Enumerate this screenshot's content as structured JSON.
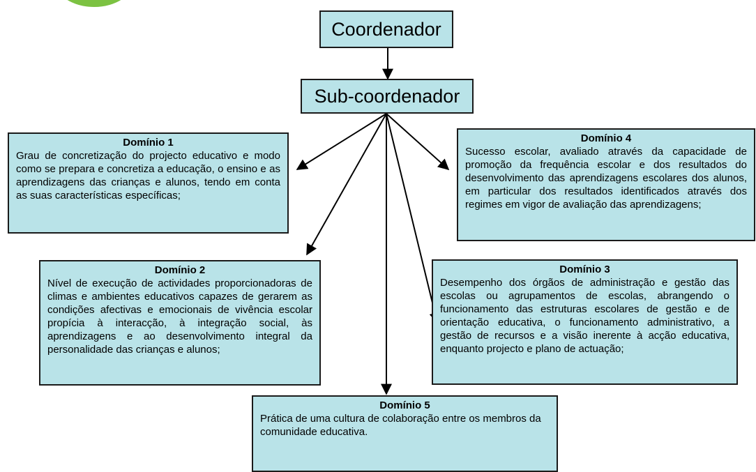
{
  "diagram": {
    "coordinator": "Coordenador",
    "sub_coordinator": "Sub-coordenador",
    "domains": [
      {
        "title": "Domínio 1",
        "text": "Grau de concretização do projecto educativo e modo como se prepara e concretiza a educação, o ensino e as aprendizagens das crianças e alunos, tendo em conta as suas características específicas;"
      },
      {
        "title": "Domínio 2",
        "text": "Nível de execução de actividades proporcionadoras de climas e ambientes educativos capazes de gerarem as condições afectivas e emocionais de vivência escolar propícia à interacção, à integração social, às aprendizagens e ao desenvolvimento integral da personalidade das crianças e alunos;"
      },
      {
        "title": "Domínio 3",
        "text": "Desempenho dos órgãos de administração e gestão das escolas ou agrupamentos de escolas, abrangendo o funcionamento das estruturas escolares de gestão e de orientação educativa, o funcionamento administrativo, a gestão de recursos e a visão inerente à acção educativa, enquanto projecto e plano de actuação;"
      },
      {
        "title": "Domínio 4",
        "text": "Sucesso escolar, avaliado através da capacidade de promoção da frequência escolar e dos resultados do desenvolvimento das aprendizagens escolares dos alunos, em particular dos resultados identificados através dos regimes em vigor de avaliação das aprendizagens;"
      },
      {
        "title": "Domínio 5",
        "text": "Prática de uma cultura de colaboração entre os membros da comunidade educativa."
      }
    ]
  },
  "colors": {
    "box_fill": "#b9e3e8",
    "border": "#1a1a1a",
    "logo": "#7cc242"
  }
}
